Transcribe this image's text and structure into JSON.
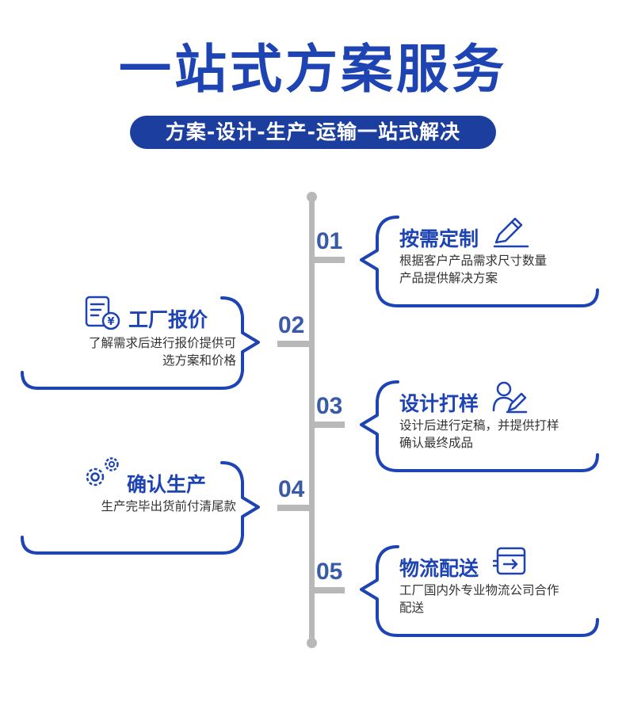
{
  "header": {
    "title": "一站式方案服务",
    "subtitle": "方案-设计-生产-运输一站式解决"
  },
  "steps": [
    {
      "num": "01",
      "title": "按需定制",
      "desc_line1": "根据客户产品需求尺寸数量",
      "desc_line2": "产品提供解决方案",
      "icon": "pen-icon",
      "side": "right"
    },
    {
      "num": "02",
      "title": "工厂报价",
      "desc_line1": "了解需求后进行报价提供可",
      "desc_line2": "选方案和价格",
      "icon": "price-document-icon",
      "side": "left"
    },
    {
      "num": "03",
      "title": "设计打样",
      "desc_line1": "设计后进行定稿，并提供打样",
      "desc_line2": "确认最终成品",
      "icon": "designer-icon",
      "side": "right"
    },
    {
      "num": "04",
      "title": "确认生产",
      "desc_line1": "生产完毕出货前付清尾款",
      "desc_line2": "",
      "icon": "gears-icon",
      "side": "left"
    },
    {
      "num": "05",
      "title": "物流配送",
      "desc_line1": "工厂国内外专业物流公司合作",
      "desc_line2": "配送",
      "icon": "delivery-box-icon",
      "side": "right"
    }
  ],
  "colors": {
    "brand_blue": "#1e44b4",
    "pill_blue": "#1c3f9f",
    "timeline_gray": "#b8b8b8",
    "number_blue": "#3a5aa8"
  }
}
